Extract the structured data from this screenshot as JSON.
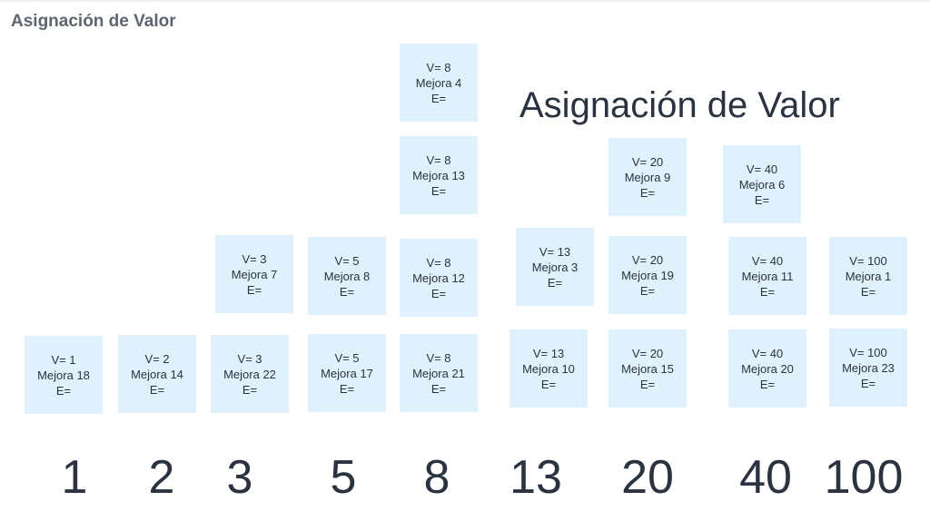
{
  "header": {
    "title": "Asignación de Valor"
  },
  "board": {
    "title": "Asignación de Valor",
    "scale": [
      "1",
      "2",
      "3",
      "5",
      "8",
      "13",
      "20",
      "40",
      "100"
    ],
    "notes": [
      {
        "v": "V= 1",
        "m": "Mejora 18",
        "e": "E="
      },
      {
        "v": "V= 2",
        "m": "Mejora 14",
        "e": "E="
      },
      {
        "v": "V= 3",
        "m": "Mejora 22",
        "e": "E="
      },
      {
        "v": "V= 3",
        "m": "Mejora 7",
        "e": "E="
      },
      {
        "v": "V= 5",
        "m": "Mejora 8",
        "e": "E="
      },
      {
        "v": "V= 5",
        "m": "Mejora 17",
        "e": "E="
      },
      {
        "v": "V= 8",
        "m": "Mejora 4",
        "e": "E="
      },
      {
        "v": "V= 8",
        "m": "Mejora 13",
        "e": "E="
      },
      {
        "v": "V= 8",
        "m": "Mejora 12",
        "e": "E="
      },
      {
        "v": "V= 8",
        "m": "Mejora 21",
        "e": "E="
      },
      {
        "v": "V= 13",
        "m": "Mejora 3",
        "e": "E="
      },
      {
        "v": "V= 13",
        "m": "Mejora 10",
        "e": "E="
      },
      {
        "v": "V= 20",
        "m": "Mejora 9",
        "e": "E="
      },
      {
        "v": "V= 20",
        "m": "Mejora 19",
        "e": "E="
      },
      {
        "v": "V= 20",
        "m": "Mejora 15",
        "e": "E="
      },
      {
        "v": "V= 40",
        "m": "Mejora 6",
        "e": "E="
      },
      {
        "v": "V= 40",
        "m": "Mejora 11",
        "e": "E="
      },
      {
        "v": "V= 40",
        "m": "Mejora 20",
        "e": "E="
      },
      {
        "v": "V= 100",
        "m": "Mejora 1",
        "e": "E="
      },
      {
        "v": "V= 100",
        "m": "Mejora 23",
        "e": "E="
      }
    ]
  }
}
